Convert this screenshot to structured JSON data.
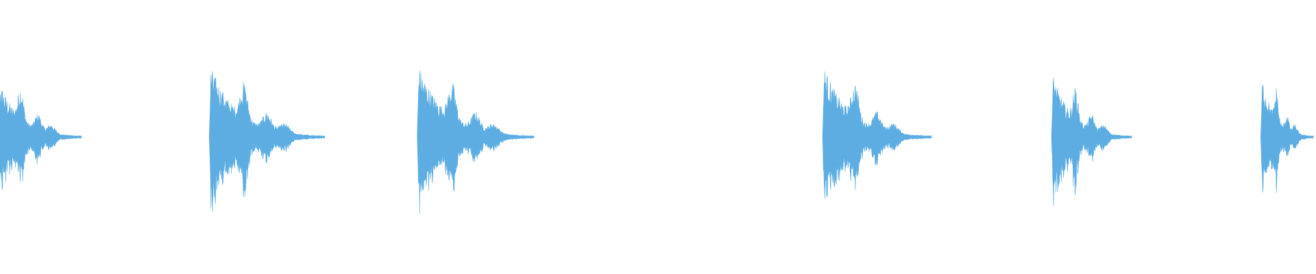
{
  "waveform": {
    "color": "#5dade2",
    "background": "#ffffff",
    "bursts": [
      {
        "onset": -0.004,
        "peak": 0.93,
        "tail": 0.066
      },
      {
        "onset": 0.159,
        "peak": 1.0,
        "tail": 0.088
      },
      {
        "onset": 0.317,
        "peak": 1.0,
        "tail": 0.089
      },
      {
        "onset": 0.625,
        "peak": 1.0,
        "tail": 0.083
      },
      {
        "onset": 0.799,
        "peak": 0.9,
        "tail": 0.061
      },
      {
        "onset": 0.958,
        "peak": 0.9,
        "tail": 0.04
      }
    ]
  }
}
